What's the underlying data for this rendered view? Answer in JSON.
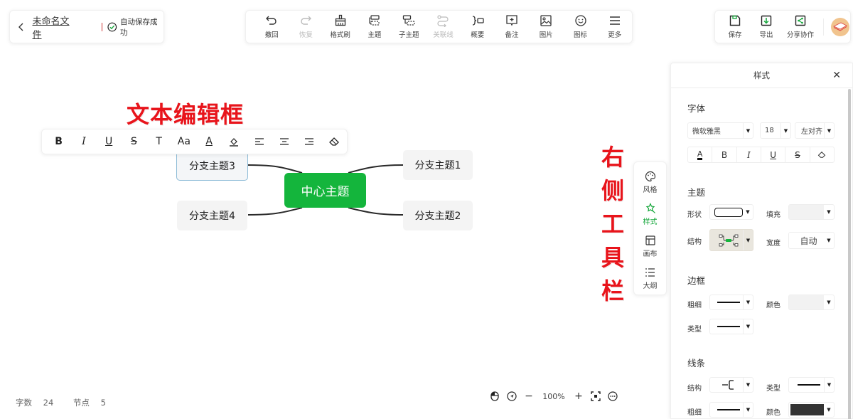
{
  "file": {
    "name": "未命名文件",
    "save_status": "自动保存成功"
  },
  "toolbar": {
    "items": [
      {
        "id": "undo",
        "label": "撤回",
        "icon": "undo-icon",
        "disabled": false
      },
      {
        "id": "redo",
        "label": "恢复",
        "icon": "redo-icon",
        "disabled": true
      },
      {
        "id": "format-painter",
        "label": "格式刷",
        "icon": "brush-icon",
        "disabled": false
      },
      {
        "id": "topic",
        "label": "主题",
        "icon": "topic-icon",
        "disabled": false
      },
      {
        "id": "subtopic",
        "label": "子主题",
        "icon": "subtopic-icon",
        "disabled": false
      },
      {
        "id": "relation",
        "label": "关联线",
        "icon": "relation-line-icon",
        "disabled": true
      },
      {
        "id": "summary",
        "label": "概要",
        "icon": "summary-icon",
        "disabled": false
      },
      {
        "id": "note",
        "label": "备注",
        "icon": "note-icon",
        "disabled": false
      },
      {
        "id": "image",
        "label": "图片",
        "icon": "image-icon",
        "disabled": false
      },
      {
        "id": "icon",
        "label": "图标",
        "icon": "smiley-icon",
        "disabled": false
      },
      {
        "id": "more",
        "label": "更多",
        "icon": "menu-icon",
        "disabled": false
      }
    ]
  },
  "actions": {
    "save": "保存",
    "export": "导出",
    "share": "分享协作"
  },
  "annotations": {
    "text_editor": "文本编辑框",
    "right_toolbar": [
      "右",
      "侧",
      "工",
      "具",
      "栏"
    ]
  },
  "text_toolbar": {
    "items": [
      {
        "id": "bold",
        "glyph": "B"
      },
      {
        "id": "italic",
        "glyph": "I"
      },
      {
        "id": "underline",
        "glyph": "U"
      },
      {
        "id": "strikethrough",
        "glyph": "S"
      },
      {
        "id": "font-family",
        "glyph": "T"
      },
      {
        "id": "font-size",
        "glyph": "Aa"
      },
      {
        "id": "font-color",
        "glyph": "A"
      },
      {
        "id": "highlight",
        "glyph": "highlight"
      },
      {
        "id": "align-left",
        "glyph": "align-left"
      },
      {
        "id": "align-center",
        "glyph": "align-center"
      },
      {
        "id": "align-right",
        "glyph": "align-right"
      },
      {
        "id": "clear-format",
        "glyph": "eraser"
      }
    ]
  },
  "mindmap": {
    "center": "中心主题",
    "branches": [
      "分支主题1",
      "分支主题2",
      "分支主题3",
      "分支主题4"
    ],
    "center_color": "#14b53c",
    "selected_branch": "分支主题3"
  },
  "rail": {
    "items": [
      {
        "id": "theme",
        "label": "风格",
        "active": false
      },
      {
        "id": "style",
        "label": "样式",
        "active": true
      },
      {
        "id": "canvas",
        "label": "画布",
        "active": false
      },
      {
        "id": "outline",
        "label": "大纲",
        "active": false
      }
    ]
  },
  "style_panel": {
    "title": "样式",
    "font": {
      "section": "字体",
      "family": "微软雅黑",
      "size": "18",
      "align": "左对齐"
    },
    "topic": {
      "section": "主题",
      "shape_label": "形状",
      "fill_label": "填充",
      "structure_label": "结构",
      "width_label": "宽度",
      "width_value": "自动"
    },
    "border": {
      "section": "边框",
      "thickness_label": "粗细",
      "color_label": "颜色",
      "type_label": "类型"
    },
    "line": {
      "section": "线条",
      "structure_label": "结构",
      "type_label": "类型",
      "thickness_label": "粗细",
      "color_label": "颜色",
      "color_value": "#333333"
    }
  },
  "status": {
    "word_count_label": "字数",
    "word_count": "24",
    "node_count_label": "节点",
    "node_count": "5"
  },
  "zoom": {
    "level": "100%"
  }
}
